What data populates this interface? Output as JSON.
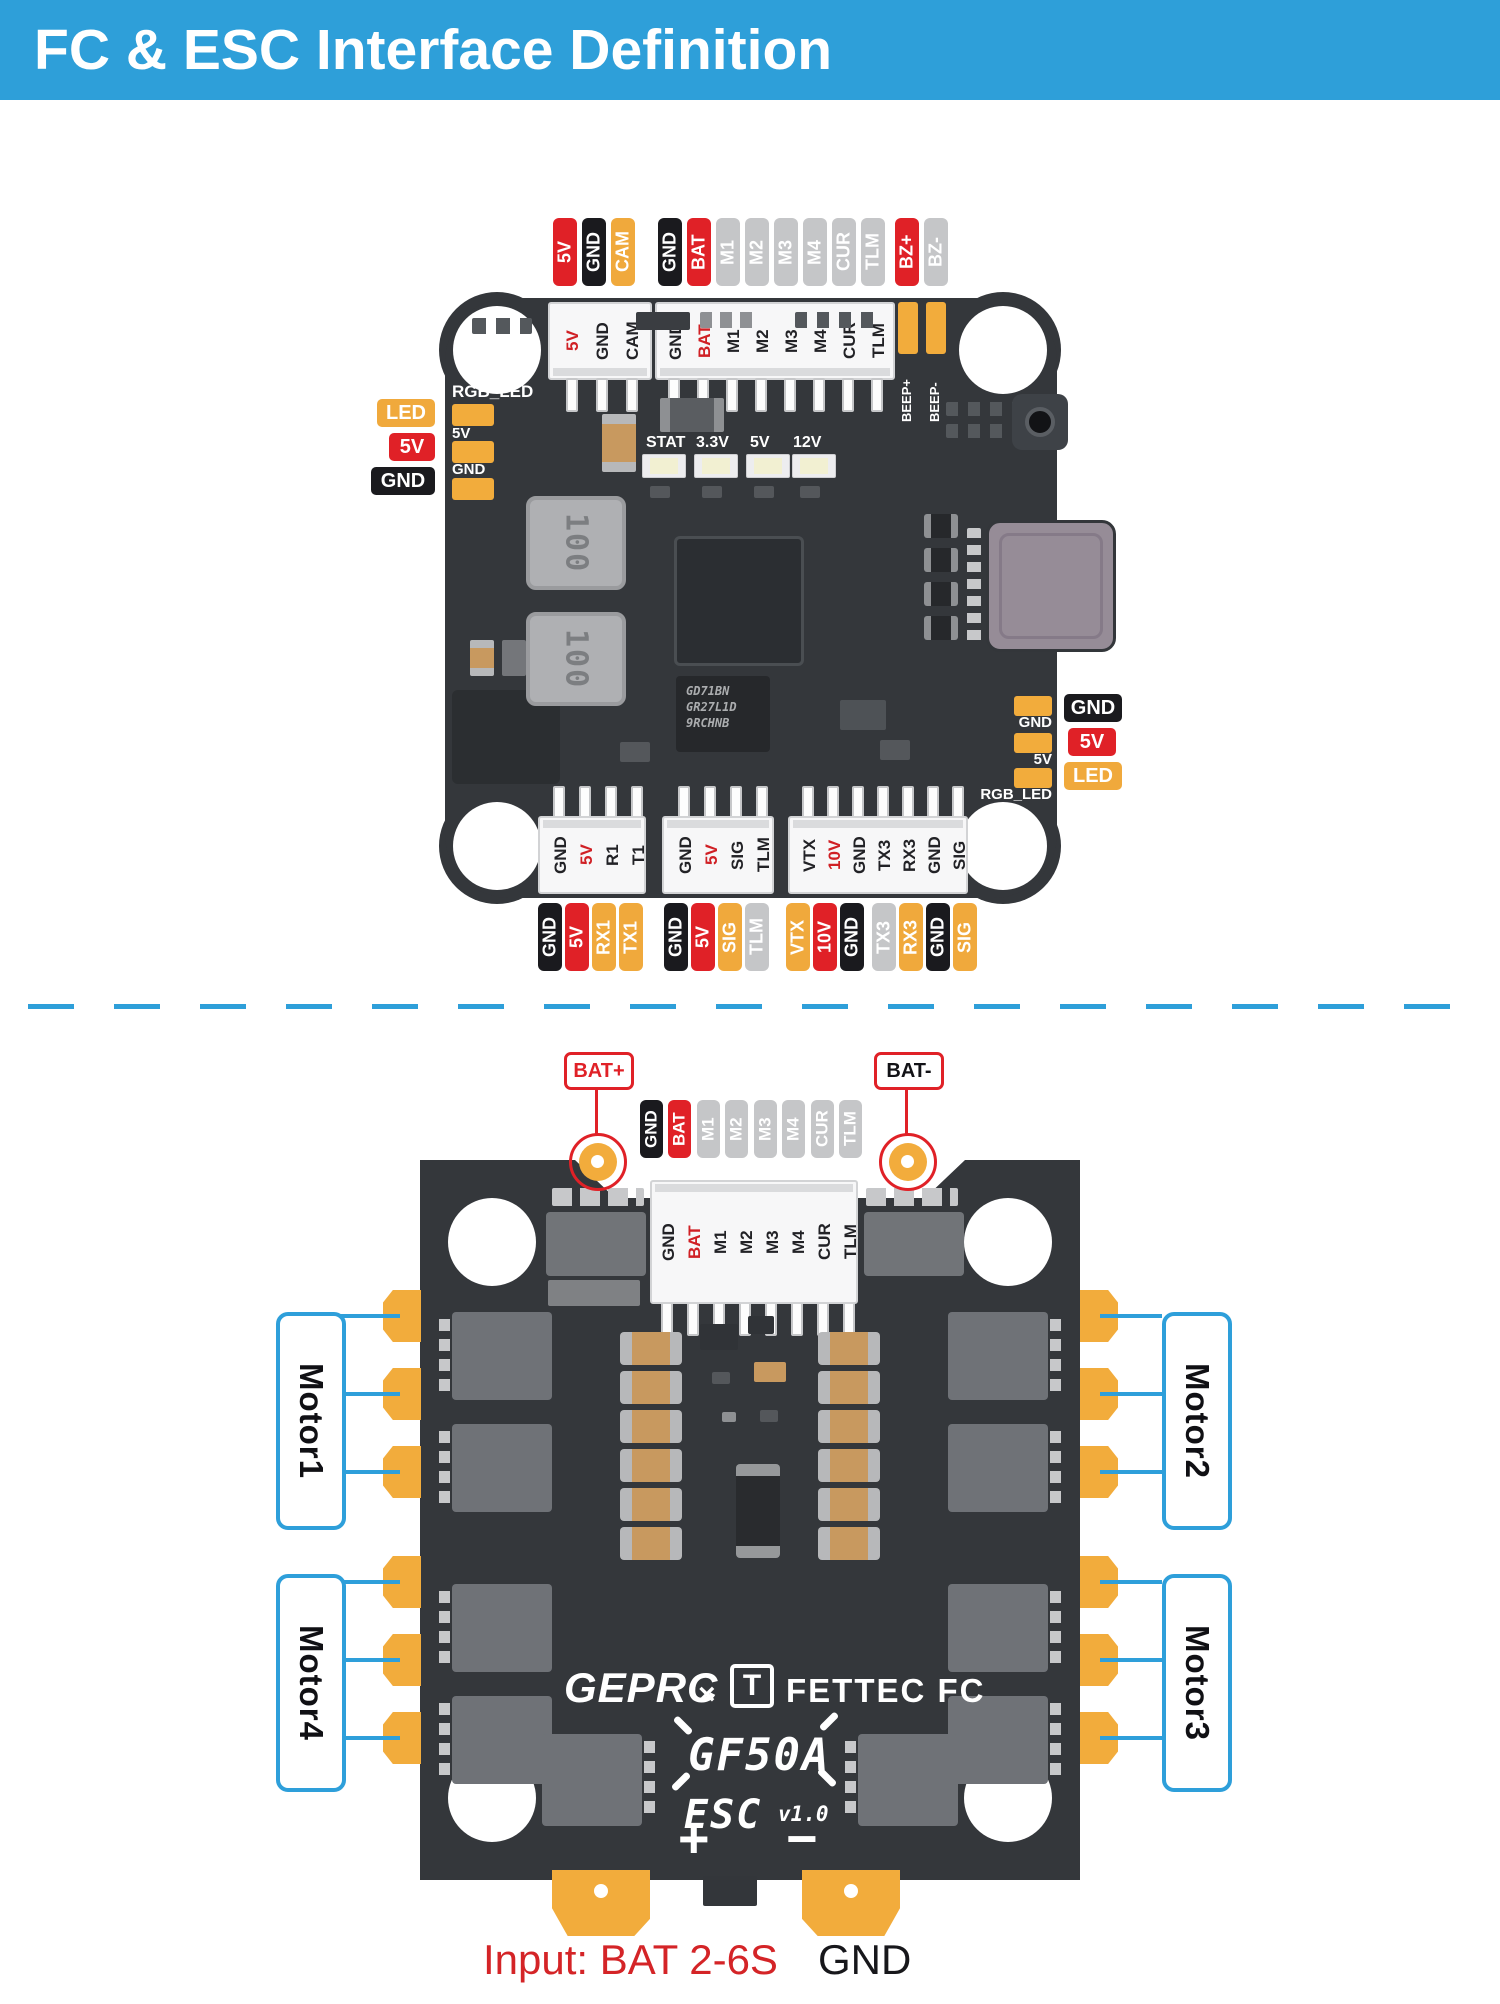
{
  "header": {
    "title": "FC & ESC Interface Definition"
  },
  "colors": {
    "header_bg": "#2E9FD9",
    "accent_blue": "#2E9FDA",
    "badge_red": "#E02127",
    "badge_black": "#1A1A1E",
    "badge_orange": "#F0A93C",
    "badge_gray": "#C5C6C8",
    "board_dark": "#34373B",
    "pad_orange": "#F2AC3C",
    "caption_red": "#D42427"
  },
  "fc_board": {
    "top_badge_groups": [
      {
        "badges": [
          {
            "label": "5V",
            "color": "red"
          },
          {
            "label": "GND",
            "color": "black"
          },
          {
            "label": "CAM",
            "color": "orange"
          }
        ]
      },
      {
        "badges": [
          {
            "label": "GND",
            "color": "black"
          },
          {
            "label": "BAT",
            "color": "red"
          },
          {
            "label": "M1",
            "color": "gray"
          },
          {
            "label": "M2",
            "color": "gray"
          },
          {
            "label": "M3",
            "color": "gray"
          },
          {
            "label": "M4",
            "color": "gray"
          },
          {
            "label": "CUR",
            "color": "gray"
          },
          {
            "label": "TLM",
            "color": "gray"
          }
        ]
      },
      {
        "badges": [
          {
            "label": "BZ+",
            "color": "red"
          },
          {
            "label": "BZ-",
            "color": "gray"
          }
        ]
      }
    ],
    "top_connectors": [
      {
        "pins": [
          {
            "label": "5V",
            "red": true
          },
          {
            "label": "GND",
            "red": false
          },
          {
            "label": "CAM",
            "red": false
          }
        ]
      },
      {
        "pins": [
          {
            "label": "GND",
            "red": false
          },
          {
            "label": "BAT",
            "red": true
          },
          {
            "label": "M1",
            "red": false
          },
          {
            "label": "M2",
            "red": false
          },
          {
            "label": "M3",
            "red": false
          },
          {
            "label": "M4",
            "red": false
          },
          {
            "label": "CUR",
            "red": false
          },
          {
            "label": "TLM",
            "red": false
          }
        ]
      }
    ],
    "beeper_pads": [
      {
        "label": "BEEP+"
      },
      {
        "label": "BEEP-"
      }
    ],
    "left_edge": {
      "pad_labels": [
        "RGB_LED",
        "5V",
        "GND"
      ],
      "badges": [
        {
          "label": "LED",
          "color": "orange"
        },
        {
          "label": "5V",
          "color": "red"
        },
        {
          "label": "GND",
          "color": "black"
        }
      ]
    },
    "right_edge": {
      "pad_labels": [
        "GND",
        "5V",
        "RGB_LED"
      ],
      "badges": [
        {
          "label": "GND",
          "color": "black"
        },
        {
          "label": "5V",
          "color": "red"
        },
        {
          "label": "LED",
          "color": "orange"
        }
      ]
    },
    "status_leds": [
      "STAT",
      "3.3V",
      "5V",
      "12V"
    ],
    "inductor_label": "100",
    "mcu_text": [
      "GD71BN",
      "GR27L1D",
      "9RCHNB"
    ],
    "bottom_connectors": [
      {
        "pins": [
          {
            "label": "GND",
            "red": false
          },
          {
            "label": "5V",
            "red": true
          },
          {
            "label": "R1",
            "red": false
          },
          {
            "label": "T1",
            "red": false
          }
        ]
      },
      {
        "pins": [
          {
            "label": "GND",
            "red": false
          },
          {
            "label": "5V",
            "red": true
          },
          {
            "label": "SIG",
            "red": false
          },
          {
            "label": "TLM",
            "red": false
          }
        ]
      },
      {
        "pins": [
          {
            "label": "VTX",
            "red": false
          },
          {
            "label": "10V",
            "red": true
          },
          {
            "label": "GND",
            "red": false
          },
          {
            "label": "TX3",
            "red": false
          },
          {
            "label": "RX3",
            "red": false
          },
          {
            "label": "GND",
            "red": false
          },
          {
            "label": "SIG",
            "red": false
          }
        ]
      }
    ],
    "bottom_badge_groups": [
      {
        "badges": [
          {
            "label": "GND",
            "color": "black"
          },
          {
            "label": "5V",
            "color": "red"
          },
          {
            "label": "RX1",
            "color": "orange"
          },
          {
            "label": "TX1",
            "color": "orange"
          }
        ]
      },
      {
        "badges": [
          {
            "label": "GND",
            "color": "black"
          },
          {
            "label": "5V",
            "color": "red"
          },
          {
            "label": "SIG",
            "color": "orange"
          },
          {
            "label": "TLM",
            "color": "gray"
          }
        ]
      },
      {
        "badges": [
          {
            "label": "VTX",
            "color": "orange"
          },
          {
            "label": "10V",
            "color": "red"
          },
          {
            "label": "GND",
            "color": "black"
          },
          {
            "label": "TX3",
            "color": "gray"
          },
          {
            "label": "RX3",
            "color": "orange"
          },
          {
            "label": "GND",
            "color": "black"
          },
          {
            "label": "SIG",
            "color": "orange"
          }
        ]
      }
    ]
  },
  "esc_board": {
    "bat_plus_label": "BAT+",
    "bat_minus_label": "BAT-",
    "top_badges": [
      {
        "label": "GND",
        "color": "black"
      },
      {
        "label": "BAT",
        "color": "red"
      },
      {
        "label": "M1",
        "color": "gray"
      },
      {
        "label": "M2",
        "color": "gray"
      },
      {
        "label": "M3",
        "color": "gray"
      },
      {
        "label": "M4",
        "color": "gray"
      },
      {
        "label": "CUR",
        "color": "gray"
      },
      {
        "label": "TLM",
        "color": "gray"
      }
    ],
    "connector_pins": [
      {
        "label": "GND",
        "red": false
      },
      {
        "label": "BAT",
        "red": true
      },
      {
        "label": "M1",
        "red": false
      },
      {
        "label": "M2",
        "red": false
      },
      {
        "label": "M3",
        "red": false
      },
      {
        "label": "M4",
        "red": false
      },
      {
        "label": "CUR",
        "red": false
      },
      {
        "label": "TLM",
        "red": false
      }
    ],
    "motor_labels": {
      "motor1": "Motor1",
      "motor2": "Motor2",
      "motor3": "Motor3",
      "motor4": "Motor4"
    },
    "branding": {
      "geprc": "GEPRC",
      "cross": "×",
      "t_logo": "T",
      "fettec": "FETTEC FC",
      "model": "GF50A",
      "esc": "ESC",
      "version": "v1.0",
      "plus": "+",
      "minus": "−"
    },
    "caption": {
      "input": "Input:  BAT 2-6S",
      "gnd": "GND"
    }
  }
}
